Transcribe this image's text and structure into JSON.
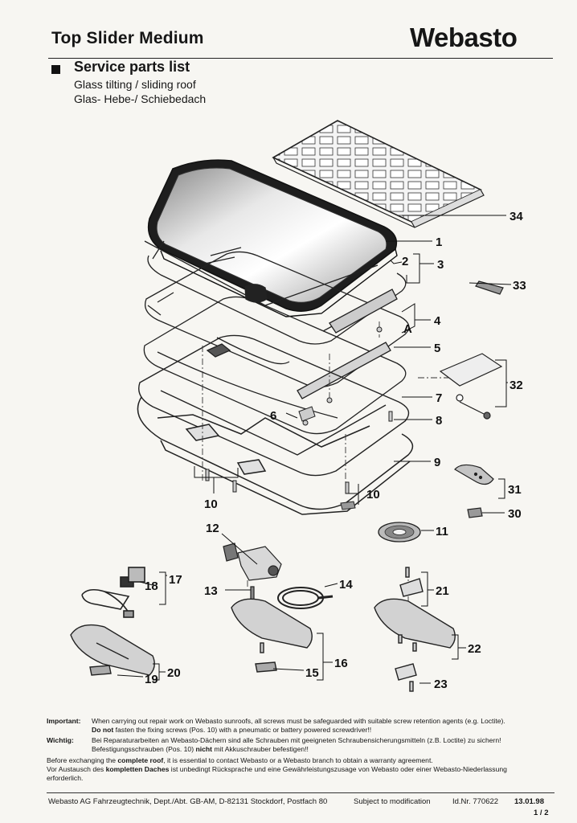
{
  "header": {
    "title": "Top Slider Medium",
    "logo": "Webasto",
    "section_title": "Service parts list",
    "subtitle_en": "Glass tilting / sliding roof",
    "subtitle_de": "Glas- Hebe-/ Schiebedach"
  },
  "diagram": {
    "labels": {
      "p1": "1",
      "p2": "2",
      "p3": "3",
      "p4": "4",
      "pA": "A",
      "p5": "5",
      "p6": "6",
      "p7": "7",
      "p8": "8",
      "p9": "9",
      "p10a": "10",
      "p10b": "10",
      "p11": "11",
      "p12": "12",
      "p13": "13",
      "p14": "14",
      "p15": "15",
      "p16": "16",
      "p17": "17",
      "p18": "18",
      "p19": "19",
      "p20": "20",
      "p21": "21",
      "p22": "22",
      "p23": "23",
      "p30": "30",
      "p31": "31",
      "p32": "32",
      "p33": "33",
      "p34": "34"
    }
  },
  "notes": {
    "important_label": "Important:",
    "important_line1": "When carrying out repair work on Webasto sunroofs, all screws must be safeguarded with suitable screw retention agents (e.g. Loctite).",
    "important_line2_bold": "Do not",
    "important_line2_rest": " fasten the fixing screws (Pos. 10) with a pneumatic or battery powered screwdriver!!",
    "wichtig_label": "Wichtig:",
    "wichtig_line1": "Bei Reparaturarbeiten an Webasto-Dächern sind alle Schrauben mit geeigneten Schraubensicherungsmitteln (z.B. Loctite) zu sichern!",
    "wichtig_line2_a": "Befestigungsschrauben (Pos. 10) ",
    "wichtig_line2_bold": "nicht",
    "wichtig_line2_b": " mit Akkuschrauber befestigen!!",
    "exchange_a": "Before exchanging the ",
    "exchange_bold": "complete roof",
    "exchange_b": ", it is essential to contact Webasto or a Webasto branch to obtain a warranty agreement.",
    "austausch_a": "Vor Austausch des ",
    "austausch_bold": "kompletten Daches",
    "austausch_b": " ist unbedingt Rücksprache und eine Gewährleistungszusage von Webasto oder einer Webasto-Niederlassung",
    "austausch_c": "erforderlich."
  },
  "footer": {
    "company": "Webasto AG Fahrzeugtechnik, Dept./Abt. GB-AM, D-82131 Stockdorf, Postfach 80",
    "subject": "Subject  to modification",
    "id": "Id.Nr. 770622",
    "date": "13.01.98",
    "page": "1 / 2"
  }
}
